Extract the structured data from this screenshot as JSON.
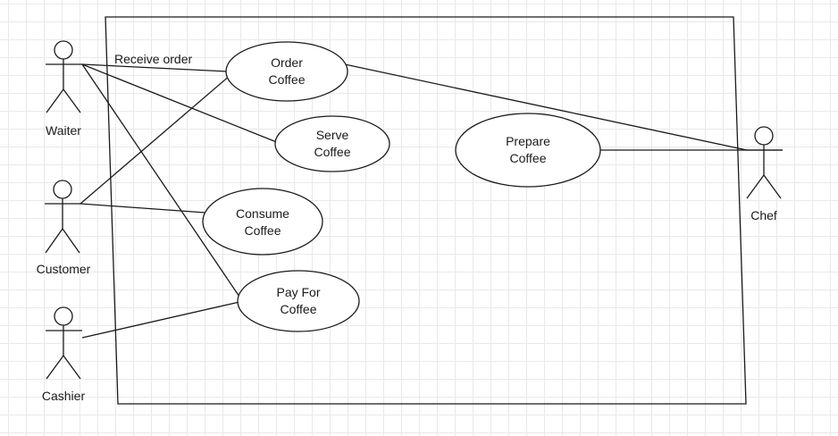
{
  "diagram": {
    "actors": {
      "waiter": "Waiter",
      "customer": "Customer",
      "cashier": "Cashier",
      "chef": "Chef"
    },
    "use_cases": {
      "order_coffee": [
        "Order",
        "Coffee"
      ],
      "serve_coffee": [
        "Serve",
        "Coffee"
      ],
      "consume_coffee": [
        "Consume",
        "Coffee"
      ],
      "pay_for_coffee": [
        "Pay For",
        "Coffee"
      ],
      "prepare_coffee": [
        "Prepare",
        "Coffee"
      ]
    },
    "association_labels": {
      "receive_order": "Receive order"
    }
  }
}
